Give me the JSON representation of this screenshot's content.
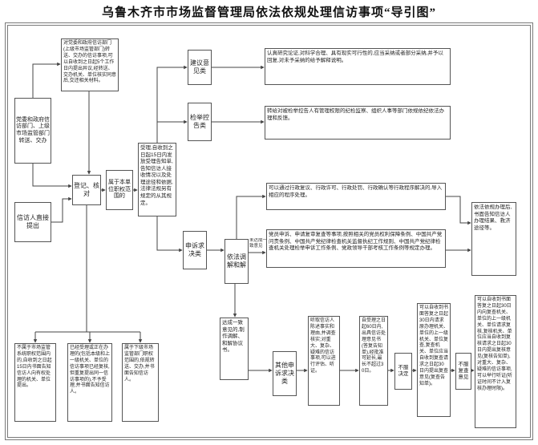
{
  "title": "乌鲁木齐市市场监督管理局依法依规处理信访事项“导引图”",
  "colors": {
    "border": "#555555",
    "line": "#444444",
    "background": "#ffffff",
    "text": "#222222"
  },
  "boxes": {
    "transfer": "党委和政府信访部门、上级市场监管部门转送、交办",
    "direct": "信访人直接提出",
    "objection": "对党委和政府信访部门(上级市场监管部门)转送、交办的信访事项,可以自收到之日起5个工作日内提出异议,经转送、交办机关、单位核实同意后,交还相关材料。",
    "register": "登记、核对",
    "within": "属于本单位职权范围的",
    "accept": "受理,自收到之日起15日内发放受理告知单,告知信访人接收情况以及处理途径和依据,法律法规另有规定的从其规定。",
    "cat_suggest": "建议意见类",
    "cat_report": "检举控告类",
    "cat_appeal": "申诉求决类",
    "suggest_handle": "认真研究论证,对科学合理、具有现实可行性的,应当采纳或者部分采纳,并予以回复,对未予采纳的给予解释说明。",
    "report_handle": "转给对被检举控告人有管理权限的纪检监察、组织人事等部门依规依纪依法办理和反馈。",
    "admin_proc": "可以通过行政复议、行政许可、行政处罚、行政确认等行政程序解决的,导入相应的程序处理。",
    "party_proc": "党员申诉、申请复审复查等事项,按照相关的党员权利保障条例、中国共产党问责条例、中国共产党纪律检查机关监督执纪工作规则、中国共产党纪律检查机关处理检举申诉工作条例、党政领导干部考核工作条例等规定办理。",
    "mediate": "依法调解和解",
    "fail_label": "未达成一致意见",
    "result": "依法依规办理后,书面告知信访人办理结果、救济途径等。",
    "agree": "达成一致意见的,制作调解、和解协议书。",
    "not_scope": "不属于市场监管系统职权范围内的,自收到之日起15日内书面告知信访人向有权处理的机关、单位提出。",
    "already": "已经受理或正在办理的(包括本级和上一级机关、单位的信访事项已经复核,但重复提出同一信访事项的),不予受理,并书面告知信访人。",
    "lower": "属于下级市场监管部门职权范围的,依规转送、交办,并书面告知信访人。",
    "other": "其他申诉求决类",
    "listen": "听取信访人陈述事实和理由,并调查核实;对重大、复杂、疑难的信访事项,可以进行评估、听证。",
    "sixty": "自受理之日起60日内,出具信访处理意见书(答复告知单),经批准可延长,最长不超过30日。",
    "no_accept1": "不服决定",
    "review": "可以自收到书面答复之日起30日内请求原办理机关、单位的上一级机关、单位复查,复查机关、单位应当自收到复查请求之日起30日内提出复查意见(复查告知单)。",
    "no_accept2": "不服复查意见",
    "recheck": "可以自收到书面答复之日起30日内向复查机关、单位的上一级机关、单位请求复核,复核机关、单位应当自收到复核请求之日起30日内提出复核意见(复核告知单),对重大、复杂、疑难的信访事项,可以举行听证(听证时间不计入复核办理时限)。"
  }
}
